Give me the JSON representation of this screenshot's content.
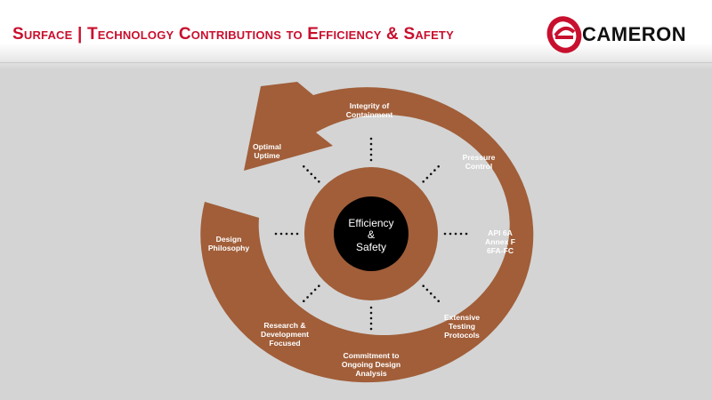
{
  "header": {
    "title": "Surface | Technology Contributions to Efficiency & Safety",
    "logo_text": "CAMERON"
  },
  "diagram": {
    "center": [
      "Efficiency",
      "&",
      "Safety"
    ],
    "stages": [
      {
        "lines": [
          "Integrity of",
          "Containment"
        ]
      },
      {
        "lines": [
          "Pressure",
          "Control"
        ]
      },
      {
        "lines": [
          "API 6A",
          "Annex F",
          "6FA-FC"
        ]
      },
      {
        "lines": [
          "Extensive",
          "Testing",
          "Protocols"
        ]
      },
      {
        "lines": [
          "Commitment to",
          "Ongoing Design",
          "Analysis"
        ]
      },
      {
        "lines": [
          "Research &",
          "Development",
          "Focused"
        ]
      },
      {
        "lines": [
          "Design",
          "Philosophy"
        ]
      },
      {
        "lines": [
          "Optimal",
          "Uptime"
        ]
      }
    ]
  },
  "colors": {
    "brand_red": "#c8102e",
    "ring": "#a15e39",
    "center": "#000000",
    "background": "#d4d4d4"
  }
}
